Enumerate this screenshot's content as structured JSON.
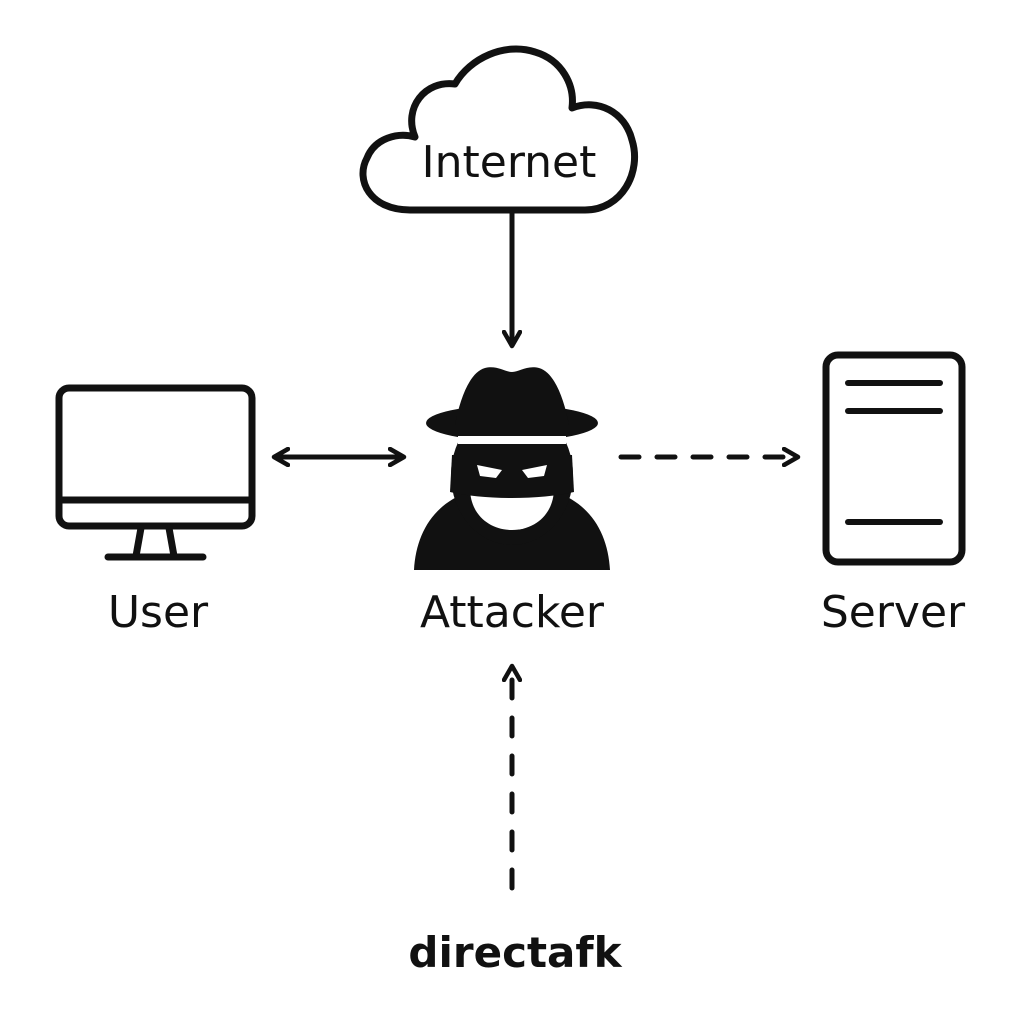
{
  "colors": {
    "ink": "#111111",
    "background": "#ffffff"
  },
  "nodes": {
    "internet": {
      "label": "Internet",
      "icon": "cloud-icon"
    },
    "user": {
      "label": "User",
      "icon": "desktop-monitor-icon"
    },
    "attacker": {
      "label": "Attacker",
      "icon": "spy-hacker-icon"
    },
    "server": {
      "label": "Server",
      "icon": "server-icon"
    }
  },
  "caption": {
    "label": "directafk"
  },
  "edges": [
    {
      "from": "internet",
      "to": "attacker",
      "style": "solid",
      "direction": "forward"
    },
    {
      "from": "user",
      "to": "attacker",
      "style": "solid",
      "direction": "both"
    },
    {
      "from": "attacker",
      "to": "server",
      "style": "dashed",
      "direction": "forward"
    },
    {
      "from": "caption",
      "to": "attacker",
      "style": "dashed",
      "direction": "forward"
    }
  ]
}
